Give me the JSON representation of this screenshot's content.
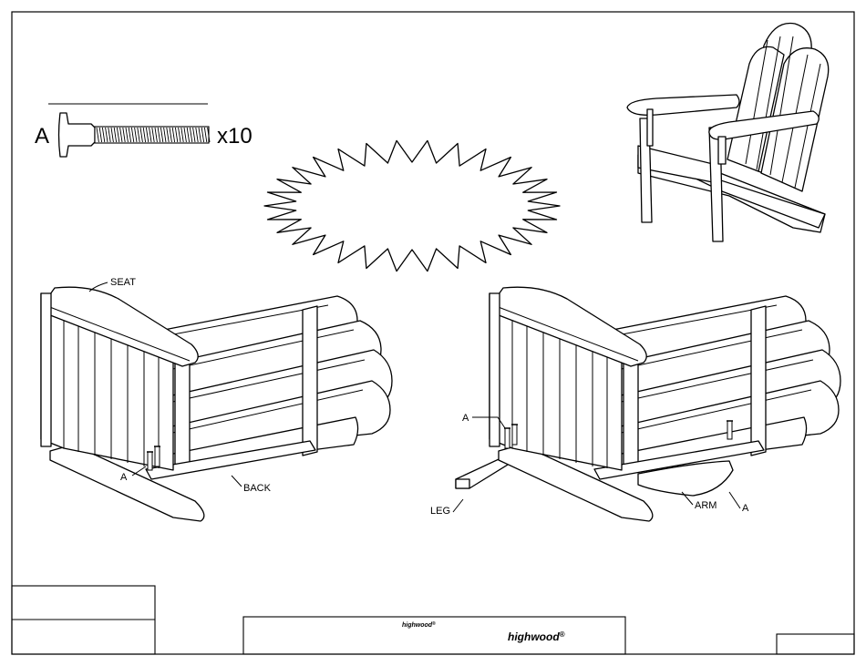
{
  "hardware": {
    "letter": "A",
    "quantity": "x10",
    "item": "bolt-icon"
  },
  "labels": {
    "seat": "SEAT",
    "back": "BACK",
    "a_left": "A",
    "a_right_top": "A",
    "a_right_bottom": "A",
    "leg": "LEG",
    "arm": "ARM"
  },
  "title_block": {
    "brand_small": "highwood",
    "brand_small_mark": "®",
    "brand_main": "highwood",
    "brand_main_mark": "®"
  },
  "icons": [
    "bolt-icon",
    "starburst-callout",
    "adirondack-chair-icon"
  ]
}
